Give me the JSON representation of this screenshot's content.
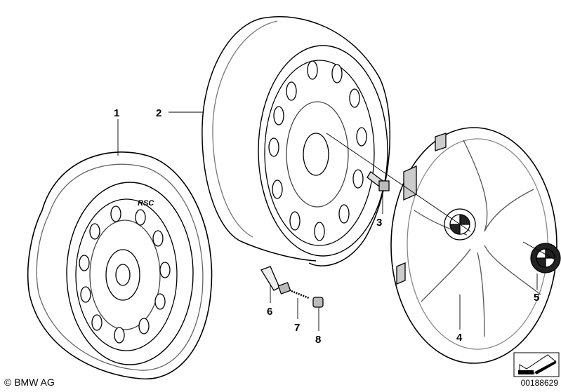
{
  "diagram": {
    "callouts": [
      {
        "id": "1",
        "label": "1"
      },
      {
        "id": "2",
        "label": "2"
      },
      {
        "id": "3",
        "label": "3"
      },
      {
        "id": "4",
        "label": "4"
      },
      {
        "id": "5",
        "label": "5"
      },
      {
        "id": "6",
        "label": "6"
      },
      {
        "id": "7",
        "label": "7"
      },
      {
        "id": "8",
        "label": "8"
      }
    ],
    "tire_marking": "RSC"
  },
  "footer": {
    "copyright": "© BMW AG",
    "drawing_number": "00188629"
  }
}
